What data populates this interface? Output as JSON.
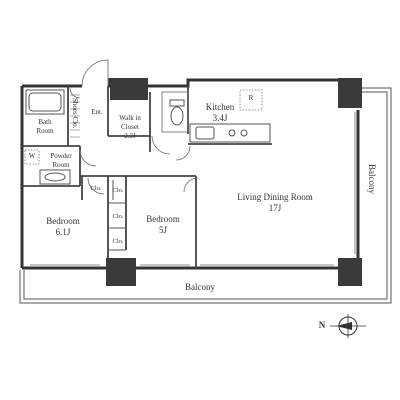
{
  "rooms": {
    "kitchen": {
      "name": "Kitchen",
      "size": "3.4J",
      "fridge_mark": "R"
    },
    "living": {
      "name": "Living Dining Room",
      "size": "17J"
    },
    "bed_west": {
      "name": "Bedroom",
      "size": "6.1J"
    },
    "bed_mid": {
      "name": "Bedroom",
      "size": "5J"
    },
    "bath": {
      "name": "Bath",
      "name2": "Room"
    },
    "powder": {
      "name": "Powder",
      "name2": "Room",
      "washer_mark": "W"
    },
    "walkin": {
      "name": "Walk in",
      "name2": "Closet",
      "size": "2.2J"
    },
    "shoes": {
      "name": "Shoes Clo."
    },
    "entrance": {
      "name": "Ent."
    },
    "closets": [
      "Clo.",
      "Clo.",
      "Clo.",
      "Clo."
    ]
  },
  "balconies": {
    "south": "Balcony",
    "east": "Balcony"
  },
  "compass": {
    "north_letter": "N"
  },
  "colors": {
    "wall": "#333333",
    "pillar": "#3a3a3a",
    "line": "#555555",
    "background": "#ffffff"
  }
}
